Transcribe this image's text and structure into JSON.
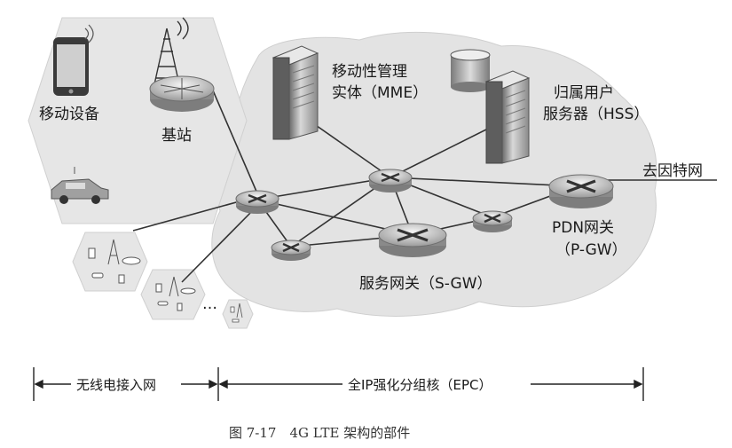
{
  "labels": {
    "mobile_device": "移动设备",
    "base_station": "基站",
    "mme_line1": "移动性管理",
    "mme_line2": "实体（MME）",
    "hss_line1": "归属用户",
    "hss_line2": "服务器（HSS）",
    "pgw_line1": "PDN网关",
    "pgw_line2": "（P-GW）",
    "sgw": "服务网关（S-GW）",
    "internet": "去因特网",
    "ellipsis": "…"
  },
  "scope": {
    "ran": "无线电接入网",
    "epc": "全IP强化分组核（EPC）"
  },
  "caption": "图 7-17　4G LTE 架构的部件"
}
